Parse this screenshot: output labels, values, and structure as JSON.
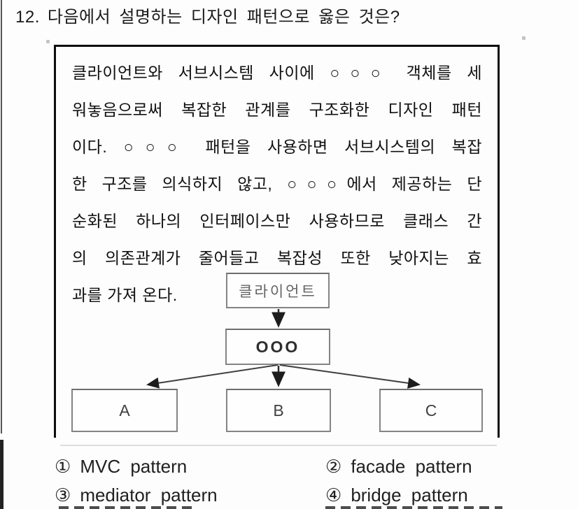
{
  "question": {
    "number": "12.",
    "text": "다음에서 설명하는 디자인 패턴으로 옳은 것은?"
  },
  "description_box": {
    "lines": [
      "클라이언트와 서브시스템 사이에 ○○○ 객체를 세",
      "워놓음으로써 복잡한 관계를 구조화한 디자인 패턴",
      "이다. ○○○ 패턴을 사용하면 서브시스템의 복잡",
      "한 구조를 의식하지 않고, ○○○에서 제공하는 단",
      "순화된 하나의 인터페이스만 사용하므로 클래스 간",
      "의 의존관계가 줄어들고 복잡성 또한 낮아지는 효",
      "과를 가져 온다."
    ]
  },
  "diagram": {
    "client_label": "클라이언트",
    "facade_label": "OOO",
    "subsystem_a": "A",
    "subsystem_b": "B",
    "subsystem_c": "C"
  },
  "options": [
    {
      "marker": "①",
      "label": "MVC pattern"
    },
    {
      "marker": "②",
      "label": "facade pattern"
    },
    {
      "marker": "③",
      "label": "mediator pattern"
    },
    {
      "marker": "④",
      "label": "bridge pattern"
    }
  ],
  "colors": {
    "text": "#1c1c1c",
    "box_border": "#0c0c0c",
    "diagram_border": "#848484",
    "page_rule": "#565656",
    "arrow": "#333333"
  }
}
